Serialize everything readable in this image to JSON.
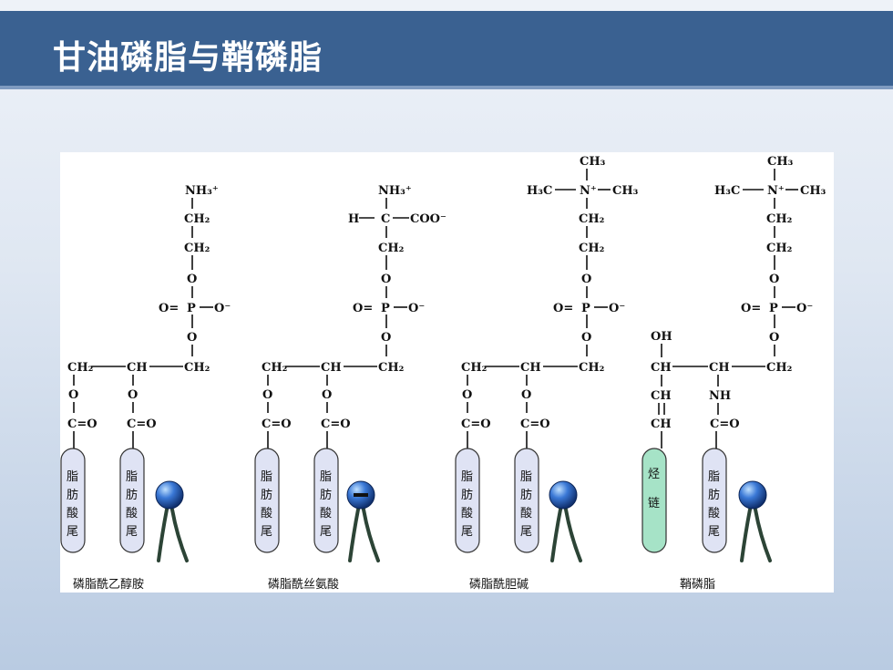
{
  "slide": {
    "title": "甘油磷脂与鞘磷脂"
  },
  "atoms": {
    "nh3": "NH₃⁺",
    "ch2": "CH₂",
    "ch3": "CH₃",
    "ch": "CH",
    "o": "O",
    "p": "P",
    "o_minus": "O⁻",
    "o_eq": "O=",
    "h": "H",
    "c": "C",
    "coo": "COO⁻",
    "h3c": "H₃C",
    "n_plus": "N⁺",
    "oh": "OH",
    "nh": "NH",
    "c_eq_o": "C=O"
  },
  "tail_labels": {
    "fatty": [
      "脂",
      "肪",
      "酸",
      "尾"
    ],
    "hydrocarbon": [
      "烃",
      "链"
    ]
  },
  "icons": {
    "head_neutral": "sphere-head-icon",
    "head_negative": "minus-sphere-head-icon"
  },
  "colors": {
    "title_bar": "#3a6191",
    "tail_fill": "#dfe3f4",
    "hydrocarbon_fill": "#a6e3c7",
    "head_blue": "#2f62c0"
  },
  "captions": [
    "磷脂酰乙醇胺",
    "磷脂酰丝氨酸",
    "磷脂酰胆碱",
    "鞘磷脂"
  ]
}
